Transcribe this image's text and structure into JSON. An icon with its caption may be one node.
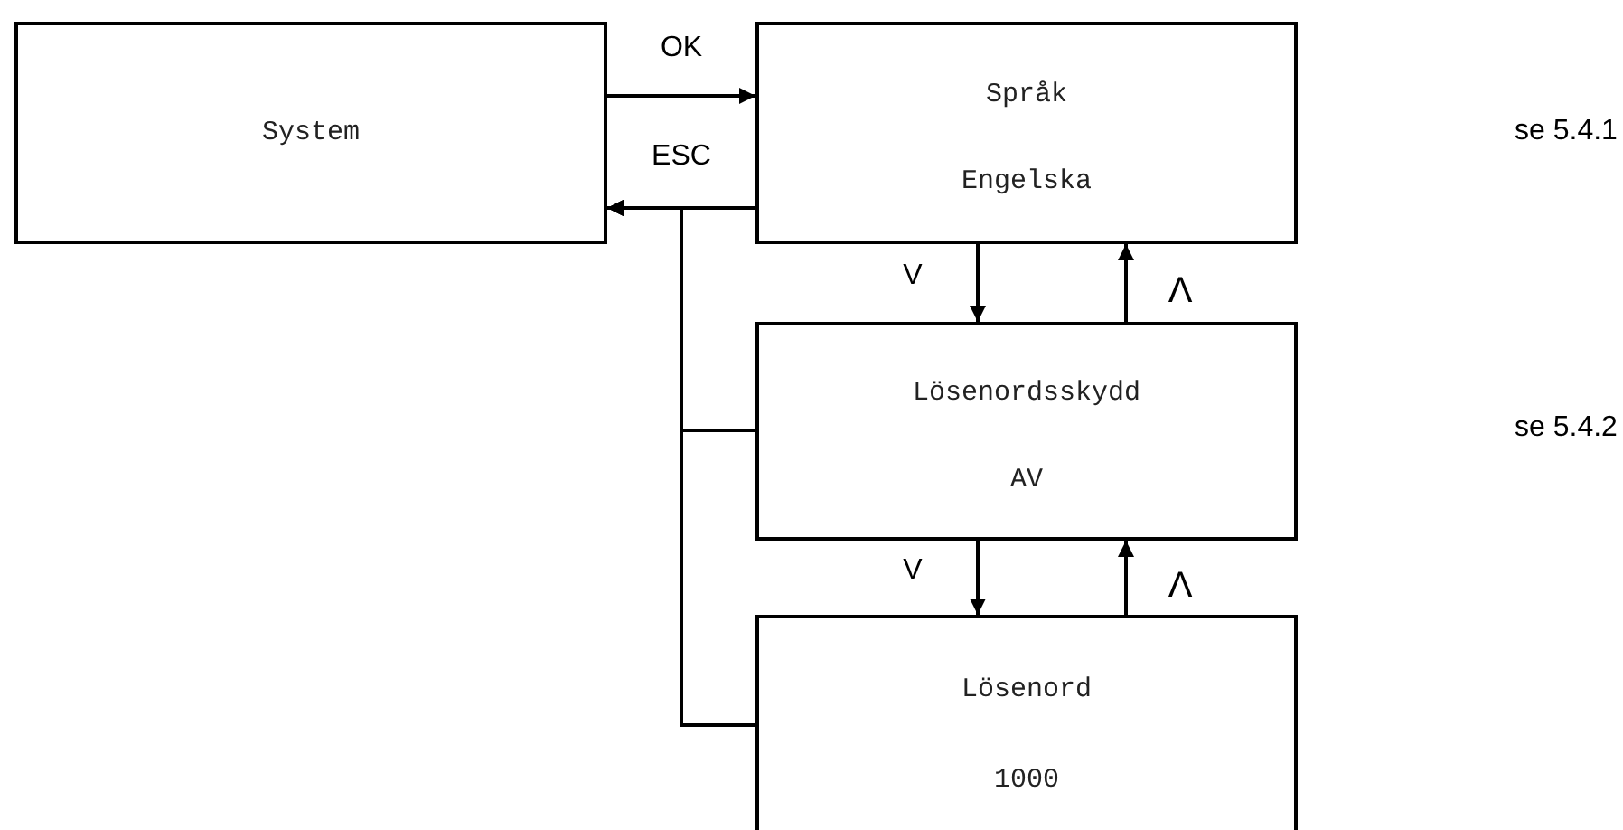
{
  "diagram": {
    "nodes": [
      {
        "text": [
          "System"
        ]
      },
      {
        "text": [
          "Språk",
          "Engelska"
        ]
      },
      {
        "text": [
          "Lösenordsskydd",
          "AV"
        ]
      },
      {
        "text": [
          "Lösenord",
          "1000"
        ]
      }
    ],
    "edges": [
      {
        "from": 0,
        "to": 1,
        "arrow": "to",
        "label": "OK"
      },
      {
        "from": 1,
        "to": 0,
        "arrow": "to",
        "label": "ESC"
      },
      {
        "from": 2,
        "to": 0,
        "arrow": "to"
      },
      {
        "from": 3,
        "to": 0,
        "arrow": "to"
      },
      {
        "from": 1,
        "to": 2,
        "arrow": "to",
        "label": "V"
      },
      {
        "from": 2,
        "to": 1,
        "arrow": "to",
        "label": "Λ"
      },
      {
        "from": 2,
        "to": 3,
        "arrow": "to",
        "label": "V"
      },
      {
        "from": 3,
        "to": 2,
        "arrow": "to",
        "label": "Λ"
      }
    ],
    "labels": [
      "se 5.4.1",
      "se 5.4.2"
    ]
  }
}
